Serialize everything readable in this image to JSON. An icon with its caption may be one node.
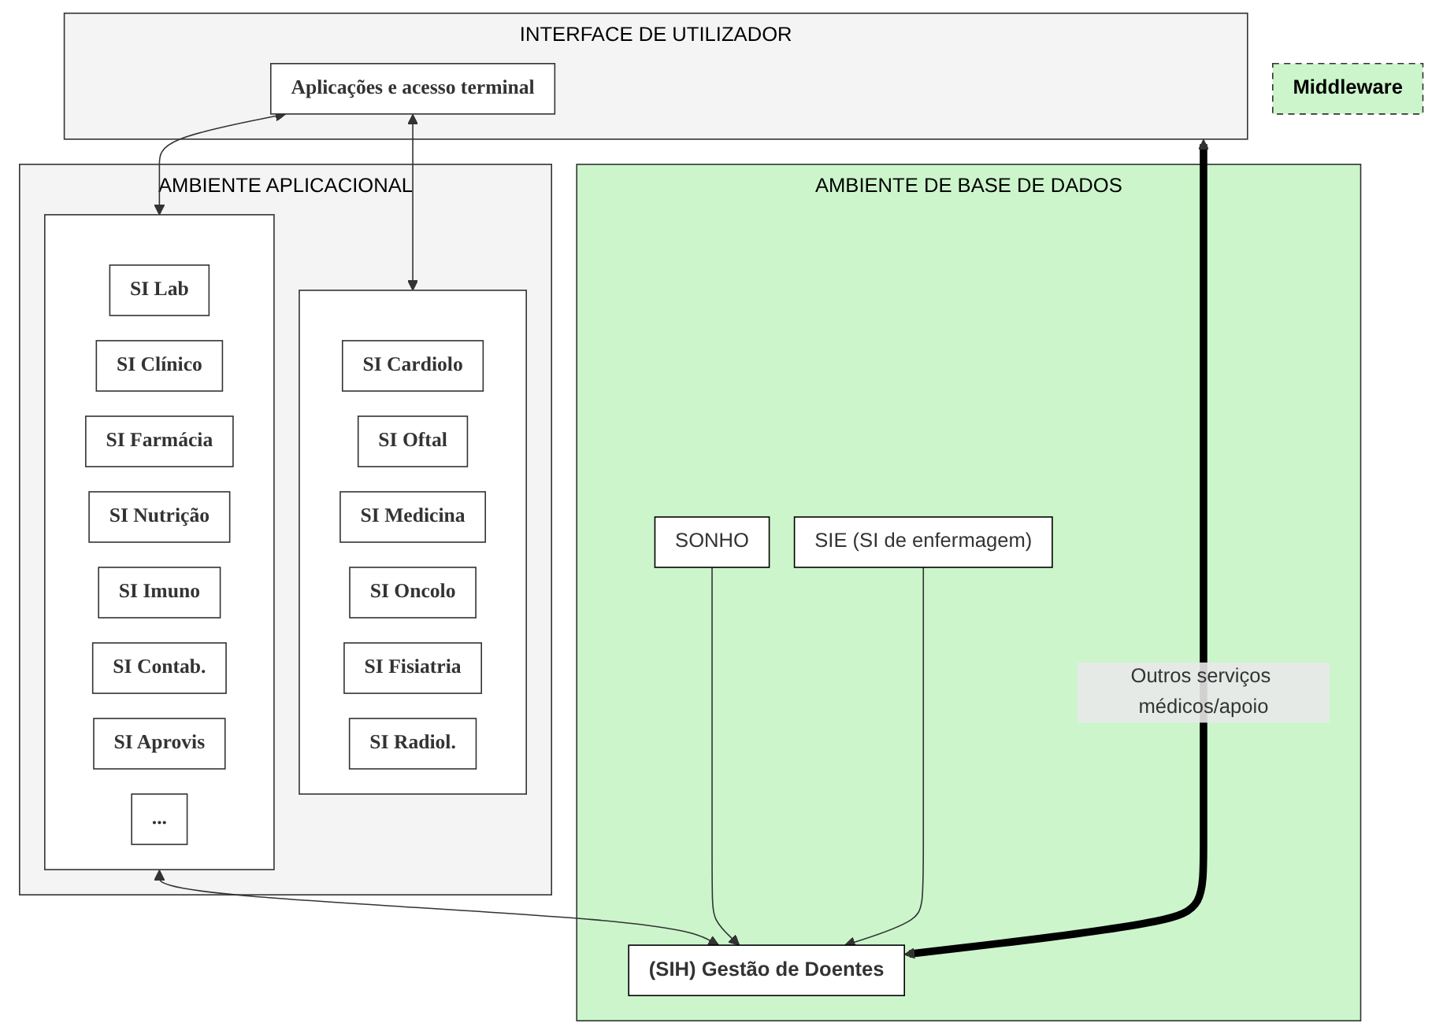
{
  "diagram": {
    "nodes": [
      {
        "text": [
          "INTERFACE DE UTILIZADOR"
        ]
      },
      {
        "text": [
          "Aplicações e acesso terminal"
        ],
        "in": 0
      },
      {
        "text": [
          "AMBIENTE APLICACIONAL"
        ]
      },
      {
        "text": [],
        "shape": "box",
        "in": 2
      },
      {
        "text": [
          "SI Lab"
        ],
        "in": 3
      },
      {
        "text": [
          "SI Clínico"
        ],
        "in": 3
      },
      {
        "text": [
          "SI Farmácia"
        ],
        "in": 3
      },
      {
        "text": [
          "SI Nutrição"
        ],
        "in": 3
      },
      {
        "text": [
          "SI Imuno"
        ],
        "in": 3
      },
      {
        "text": [
          "SI Contab."
        ],
        "in": 3
      },
      {
        "text": [
          "SI Aprovis"
        ],
        "in": 3
      },
      {
        "text": [
          "..."
        ],
        "in": 3
      },
      {
        "text": [],
        "shape": "box",
        "in": 2
      },
      {
        "text": [
          "SI Cardiolo"
        ],
        "in": 12
      },
      {
        "text": [
          "SI Oftal"
        ],
        "in": 12
      },
      {
        "text": [
          "SI Medicina"
        ],
        "in": 12
      },
      {
        "text": [
          "SI Oncolo"
        ],
        "in": 12
      },
      {
        "text": [
          "SI Fisiatria"
        ],
        "in": 12
      },
      {
        "text": [
          "SI Radiol."
        ],
        "in": 12
      },
      {
        "text": [
          "Middleware"
        ]
      },
      {
        "text": [
          "AMBIENTE DE BASE DE DADOS"
        ]
      },
      {
        "text": [
          "(SIH) Gestão de Doentes"
        ],
        "in": 20
      },
      {
        "text": [
          "SONHO"
        ],
        "in": 20
      },
      {
        "text": [
          "SIE (SI de enfermagem)"
        ],
        "in": 20
      }
    ],
    "edges": [
      {
        "from": 1,
        "to": 3,
        "arrow": "both"
      },
      {
        "from": 1,
        "to": 12,
        "arrow": "both"
      },
      {
        "from": 3,
        "to": 21,
        "arrow": "both"
      },
      {
        "from": 21,
        "to": 0,
        "arrow": "both",
        "label": "Outros serviços médicos/apoio",
        "style": "thick"
      },
      {
        "from": 22,
        "to": 21,
        "arrow": "to"
      },
      {
        "from": 23,
        "to": 21,
        "arrow": "to"
      }
    ]
  }
}
